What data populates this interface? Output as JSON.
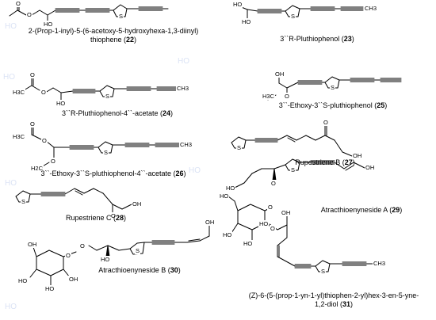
{
  "compounds": [
    {
      "id": "c22",
      "name_line1": "2-(Prop-1-inyl)-5-(6-acetoxy-5-hydroxyhexa-1,3-diinyl)",
      "name_line2": "thiophene",
      "number": "22"
    },
    {
      "id": "c23",
      "name": "3``R-Pluthiophenol",
      "number": "23"
    },
    {
      "id": "c24",
      "name": "3``R-Pluthiophenol-4``-acetate",
      "number": "24"
    },
    {
      "id": "c25",
      "name": "3``-Ethoxy-3``S-pluthiophenol",
      "number": "25"
    },
    {
      "id": "c26",
      "name": "3``-Ethoxy-3``S-pluthiophenol-4``-acetate",
      "number": "26"
    },
    {
      "id": "c27",
      "name": "Rupestriene B",
      "number": "27"
    },
    {
      "id": "c28",
      "name": "Rupestriene C",
      "number": "28"
    },
    {
      "id": "c29",
      "name": "Atracthioenyneside A",
      "number": "29"
    },
    {
      "id": "c30",
      "name": "Atracthioenyneside B",
      "number": "30"
    },
    {
      "id": "c31",
      "name_line1": "(Z)-6-(5-(prop-1-yn-1-yl)thiophen-2-yl)hex-3-en-5-yne-",
      "name_line2": "1,2-diol",
      "number": "31"
    }
  ],
  "atoms": {
    "O": "O",
    "HO": "HO",
    "OH": "OH",
    "S": "S",
    "CH3": "CH3",
    "H3C": "H3C",
    "H2C": "H2C",
    "H3C_O": "O"
  }
}
